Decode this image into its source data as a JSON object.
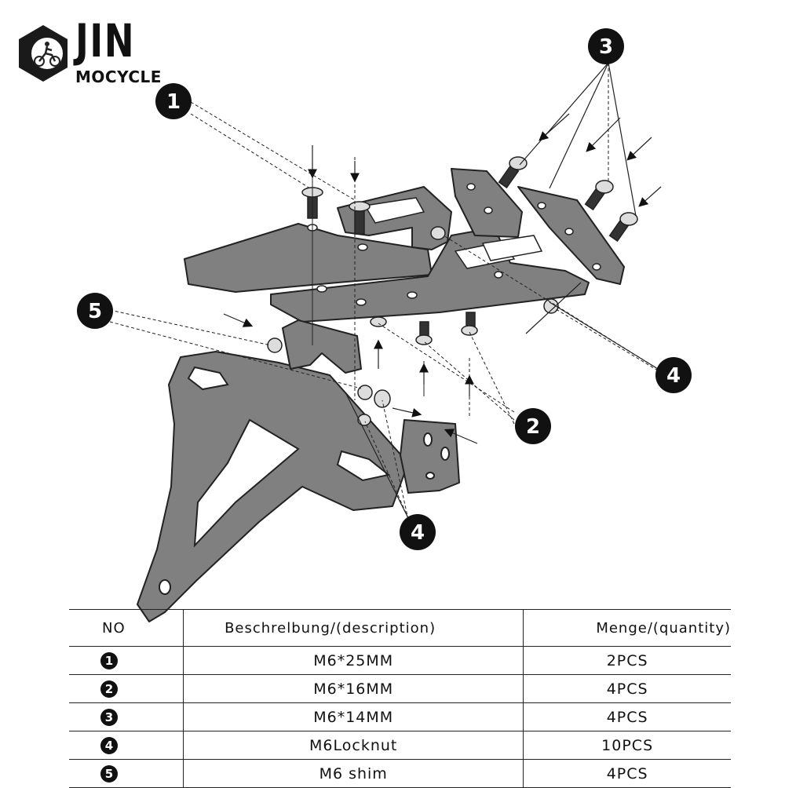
{
  "logo": {
    "brand": "JIN",
    "sub": "MOCYCLE"
  },
  "callouts": [
    {
      "id": "1",
      "label": "1"
    },
    {
      "id": "2",
      "label": "2"
    },
    {
      "id": "3",
      "label": "3"
    },
    {
      "id": "4a",
      "label": "4"
    },
    {
      "id": "4b",
      "label": "4"
    },
    {
      "id": "5",
      "label": "5"
    }
  ],
  "table": {
    "headers": {
      "no": "NO",
      "description": "Beschrelbung/(description)",
      "quantity": "Menge/(quantity)"
    },
    "rows": [
      {
        "no": "1",
        "description": "M6*25MM",
        "quantity": "2PCS"
      },
      {
        "no": "2",
        "description": "M6*16MM",
        "quantity": "4PCS"
      },
      {
        "no": "3",
        "description": "M6*14MM",
        "quantity": "4PCS"
      },
      {
        "no": "4",
        "description": "M6Locknut",
        "quantity": "10PCS"
      },
      {
        "no": "5",
        "description": "M6 shim",
        "quantity": "4PCS"
      }
    ]
  },
  "colors": {
    "part_fill": "#808080",
    "part_stroke": "#222222",
    "badge": "#111111"
  }
}
